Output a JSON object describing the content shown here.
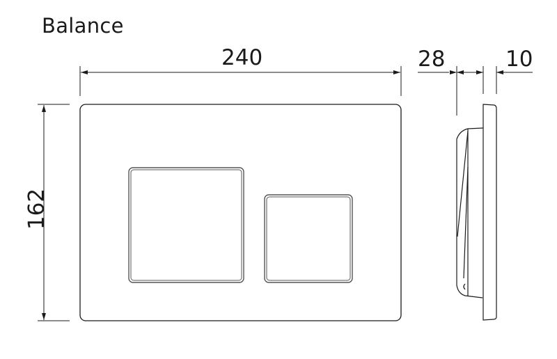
{
  "title": "Balance",
  "dimensions": {
    "width": "240",
    "height": "162",
    "depth_total": "28",
    "plate_thickness": "10"
  },
  "colors": {
    "line": "#1a1a1a",
    "button_outline": "#555555",
    "background": "#ffffff"
  },
  "views": {
    "front": {
      "plate": "rounded rectangle flush plate",
      "buttons": [
        "large square button",
        "small square button"
      ]
    },
    "side": {
      "description": "side profile showing plate and frame depth"
    }
  }
}
